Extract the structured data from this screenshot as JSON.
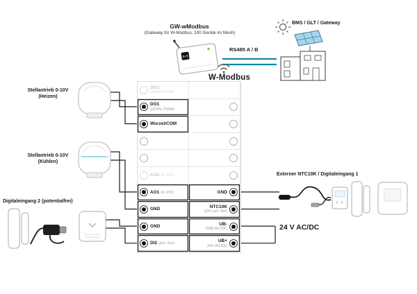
{
  "labels": {
    "gw_title": "GW-wModbus",
    "gw_subtitle": "(Gateway für W-Modbus, 100 Geräte im Mesh)",
    "bms": "BMS / GLT / Gateway",
    "rs485": "RS485 A / B",
    "wmodbus": "W-Modbus",
    "heizen_1": "Stellantrieb 0-10V",
    "heizen_2": "(Heizen)",
    "kuehlen_1": "Stellantrieb 0-10V",
    "kuehlen_2": "(Kühlen)",
    "digi2": "Digitaleingang 2 (potentialfrei)",
    "ntc": "Externer NTC10K / Digitaleingang 1",
    "power": "24 V AC/DC"
  },
  "colors": {
    "bus_line": "#0f85a8",
    "wifi_icon": "#7f97ab",
    "solar_panel": "#a8d4ec",
    "wire": "#1a1a1a"
  },
  "terminals": {
    "left": [
      {
        "label": "DO2",
        "sublabel": "(0/24V, PWM)",
        "state": "disabled"
      },
      {
        "label": "DO1",
        "sublabel": "(0/24V, PWM)",
        "state": "wired"
      },
      {
        "label": "Wurzel/COM",
        "state": "wired"
      },
      {
        "label": "",
        "state": "empty"
      },
      {
        "label": "",
        "state": "empty"
      },
      {
        "label": "AO2",
        "sublabel": "(0-10V)",
        "state": "disabled",
        "inline": true
      },
      {
        "label": "AO1",
        "sublabel": "(0-10V)",
        "state": "wired",
        "inline": true
      },
      {
        "label": "GND",
        "state": "wired"
      },
      {
        "label": "GND",
        "state": "wired"
      },
      {
        "label": "DI2",
        "sublabel": "(pot. frei)",
        "state": "wired",
        "inline": true
      }
    ],
    "right": [
      {
        "label": "",
        "state": "none"
      },
      {
        "label": "",
        "state": "empty"
      },
      {
        "label": "",
        "state": "empty"
      },
      {
        "label": "",
        "state": "empty"
      },
      {
        "label": "",
        "state": "empty"
      },
      {
        "label": "",
        "state": "empty"
      },
      {
        "label": "GND",
        "state": "wired"
      },
      {
        "label": "NTC10K",
        "sublabel": "(DI1 pot. frei)",
        "state": "wired"
      },
      {
        "label": "UB-",
        "sublabel": "GND AC/DC",
        "state": "wired"
      },
      {
        "label": "UB+",
        "sublabel": "24V AC/DC",
        "state": "wired"
      }
    ]
  }
}
